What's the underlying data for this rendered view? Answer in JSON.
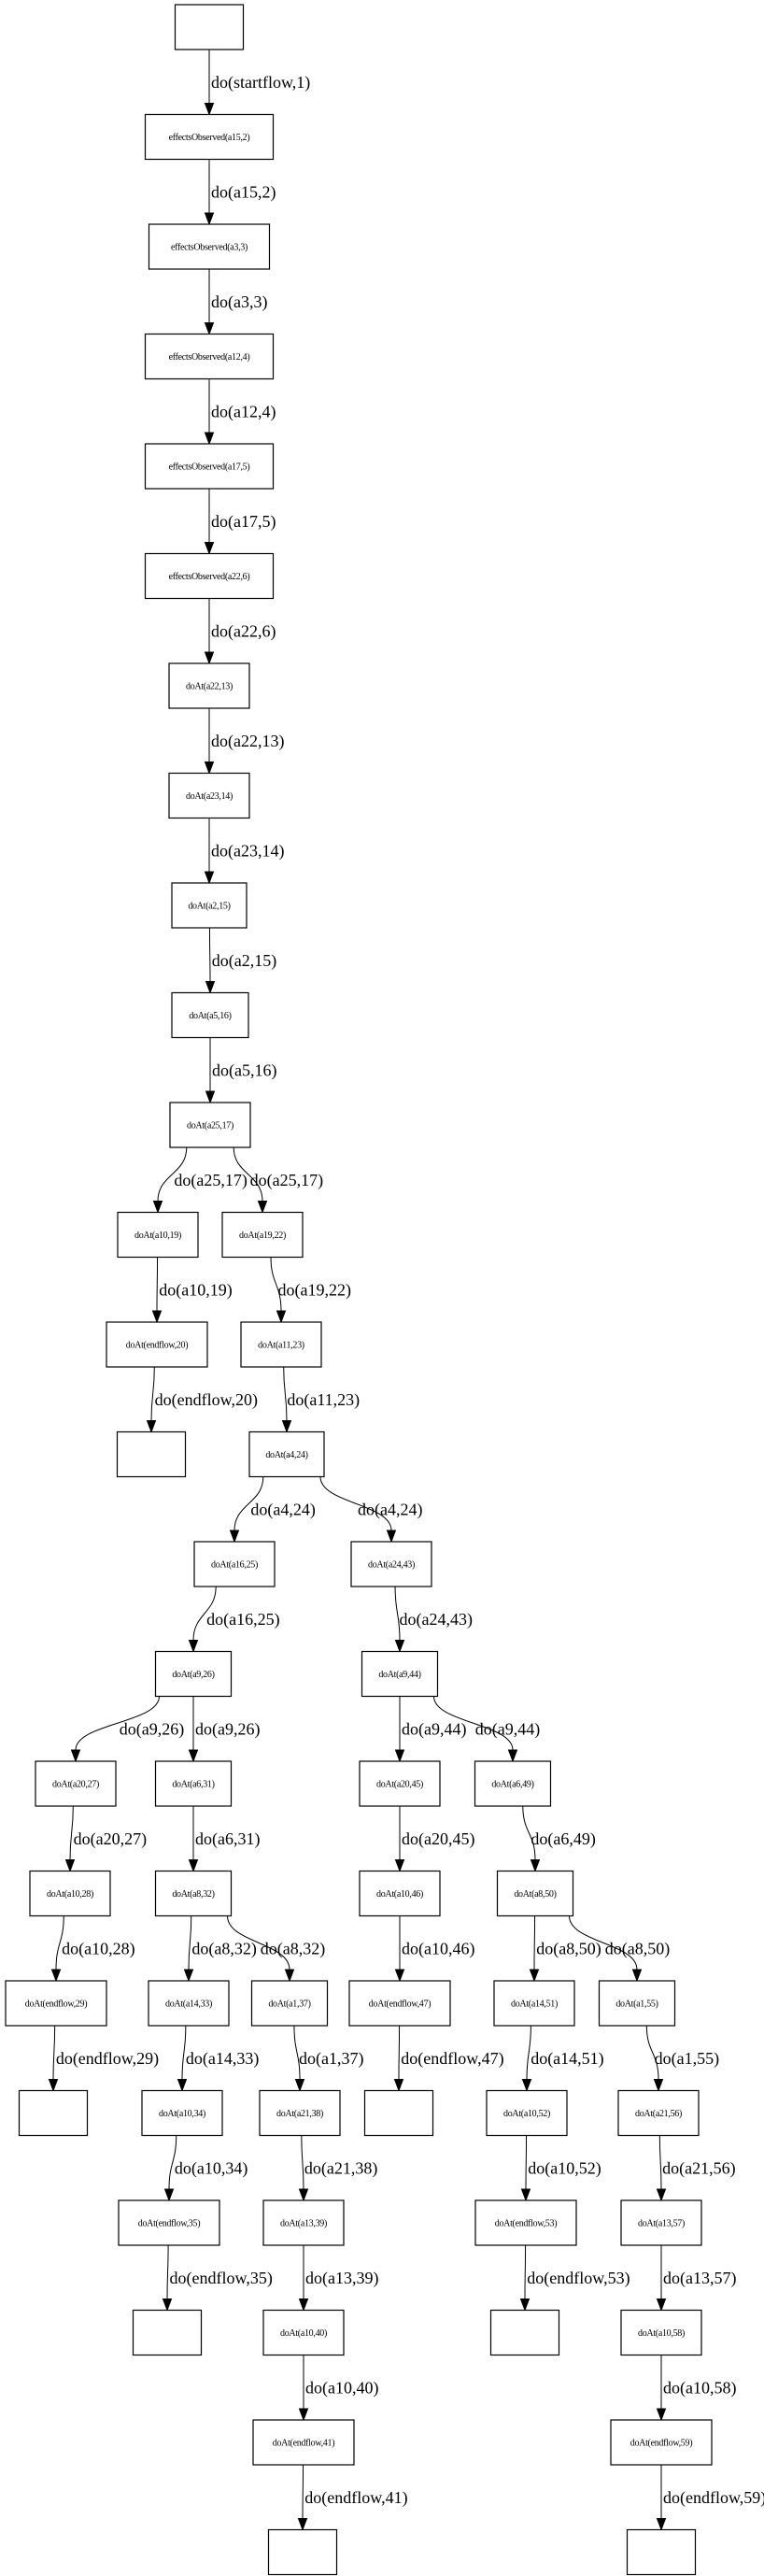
{
  "graph": {
    "colors": {
      "stroke": "#000000",
      "background": "#ffffff"
    },
    "nodes": [
      {
        "id": 0,
        "label": ""
      },
      {
        "id": 1,
        "label": "effectsObserved(a15,2)"
      },
      {
        "id": 2,
        "label": "effectsObserved(a3,3)"
      },
      {
        "id": 3,
        "label": "effectsObserved(a12,4)"
      },
      {
        "id": 4,
        "label": "effectsObserved(a17,5)"
      },
      {
        "id": 5,
        "label": "effectsObserved(a22,6)"
      },
      {
        "id": 6,
        "label": "doAt(a22,13)"
      },
      {
        "id": 7,
        "label": "doAt(a23,14)"
      },
      {
        "id": 8,
        "label": "doAt(a2,15)"
      },
      {
        "id": 9,
        "label": "doAt(a5,16)"
      },
      {
        "id": 10,
        "label": "doAt(a25,17)"
      },
      {
        "id": 11,
        "label": "doAt(a10,19)"
      },
      {
        "id": 12,
        "label": "doAt(a19,22)"
      },
      {
        "id": 13,
        "label": "doAt(endflow,20)"
      },
      {
        "id": 14,
        "label": "doAt(a11,23)"
      },
      {
        "id": 15,
        "label": ""
      },
      {
        "id": 16,
        "label": "doAt(a4,24)"
      },
      {
        "id": 17,
        "label": "doAt(a16,25)"
      },
      {
        "id": 18,
        "label": "doAt(a24,43)"
      },
      {
        "id": 19,
        "label": "doAt(a9,26)"
      },
      {
        "id": 20,
        "label": "doAt(a9,44)"
      },
      {
        "id": 21,
        "label": "doAt(a20,27)"
      },
      {
        "id": 22,
        "label": "doAt(a6,31)"
      },
      {
        "id": 23,
        "label": "doAt(a20,45)"
      },
      {
        "id": 24,
        "label": "doAt(a6,49)"
      },
      {
        "id": 25,
        "label": "doAt(a10,28)"
      },
      {
        "id": 26,
        "label": "doAt(a8,32)"
      },
      {
        "id": 27,
        "label": "doAt(a10,46)"
      },
      {
        "id": 28,
        "label": "doAt(a8,50)"
      },
      {
        "id": 29,
        "label": "doAt(endflow,29)"
      },
      {
        "id": 30,
        "label": "doAt(a14,33)"
      },
      {
        "id": 31,
        "label": "doAt(a1,37)"
      },
      {
        "id": 32,
        "label": "doAt(endflow,47)"
      },
      {
        "id": 33,
        "label": "doAt(a14,51)"
      },
      {
        "id": 34,
        "label": "doAt(a1,55)"
      },
      {
        "id": 35,
        "label": ""
      },
      {
        "id": 36,
        "label": "doAt(a10,34)"
      },
      {
        "id": 37,
        "label": "doAt(a21,38)"
      },
      {
        "id": 38,
        "label": ""
      },
      {
        "id": 39,
        "label": "doAt(a10,52)"
      },
      {
        "id": 40,
        "label": "doAt(a21,56)"
      },
      {
        "id": 41,
        "label": "doAt(endflow,35)"
      },
      {
        "id": 42,
        "label": "doAt(a13,39)"
      },
      {
        "id": 43,
        "label": "doAt(endflow,53)"
      },
      {
        "id": 44,
        "label": "doAt(a13,57)"
      },
      {
        "id": 45,
        "label": ""
      },
      {
        "id": 46,
        "label": "doAt(a10,40)"
      },
      {
        "id": 47,
        "label": ""
      },
      {
        "id": 48,
        "label": "doAt(a10,58)"
      },
      {
        "id": 49,
        "label": "doAt(endflow,41)"
      },
      {
        "id": 50,
        "label": "doAt(endflow,59)"
      },
      {
        "id": 51,
        "label": ""
      },
      {
        "id": 52,
        "label": ""
      }
    ],
    "edges": [
      {
        "from": 0,
        "to": 1,
        "label": "do(startflow,1)"
      },
      {
        "from": 1,
        "to": 2,
        "label": "do(a15,2)"
      },
      {
        "from": 2,
        "to": 3,
        "label": "do(a3,3)"
      },
      {
        "from": 3,
        "to": 4,
        "label": "do(a12,4)"
      },
      {
        "from": 4,
        "to": 5,
        "label": "do(a17,5)"
      },
      {
        "from": 5,
        "to": 6,
        "label": "do(a22,6)"
      },
      {
        "from": 6,
        "to": 7,
        "label": "do(a22,13)"
      },
      {
        "from": 7,
        "to": 8,
        "label": "do(a23,14)"
      },
      {
        "from": 8,
        "to": 9,
        "label": "do(a2,15)"
      },
      {
        "from": 9,
        "to": 10,
        "label": "do(a5,16)"
      },
      {
        "from": 10,
        "to": 11,
        "label": "do(a25,17)"
      },
      {
        "from": 10,
        "to": 12,
        "label": "do(a25,17)"
      },
      {
        "from": 11,
        "to": 13,
        "label": "do(a10,19)"
      },
      {
        "from": 12,
        "to": 14,
        "label": "do(a19,22)"
      },
      {
        "from": 13,
        "to": 15,
        "label": "do(endflow,20)"
      },
      {
        "from": 14,
        "to": 16,
        "label": "do(a11,23)"
      },
      {
        "from": 16,
        "to": 17,
        "label": "do(a4,24)"
      },
      {
        "from": 16,
        "to": 18,
        "label": "do(a4,24)"
      },
      {
        "from": 17,
        "to": 19,
        "label": "do(a16,25)"
      },
      {
        "from": 18,
        "to": 20,
        "label": "do(a24,43)"
      },
      {
        "from": 19,
        "to": 21,
        "label": "do(a9,26)"
      },
      {
        "from": 19,
        "to": 22,
        "label": "do(a9,26)"
      },
      {
        "from": 20,
        "to": 23,
        "label": "do(a9,44)"
      },
      {
        "from": 20,
        "to": 24,
        "label": "do(a9,44)"
      },
      {
        "from": 21,
        "to": 25,
        "label": "do(a20,27)"
      },
      {
        "from": 22,
        "to": 26,
        "label": "do(a6,31)"
      },
      {
        "from": 23,
        "to": 27,
        "label": "do(a20,45)"
      },
      {
        "from": 24,
        "to": 28,
        "label": "do(a6,49)"
      },
      {
        "from": 25,
        "to": 29,
        "label": "do(a10,28)"
      },
      {
        "from": 26,
        "to": 30,
        "label": "do(a8,32)"
      },
      {
        "from": 26,
        "to": 31,
        "label": "do(a8,32)"
      },
      {
        "from": 27,
        "to": 32,
        "label": "do(a10,46)"
      },
      {
        "from": 28,
        "to": 33,
        "label": "do(a8,50)"
      },
      {
        "from": 28,
        "to": 34,
        "label": "do(a8,50)"
      },
      {
        "from": 29,
        "to": 35,
        "label": "do(endflow,29)"
      },
      {
        "from": 30,
        "to": 36,
        "label": "do(a14,33)"
      },
      {
        "from": 31,
        "to": 37,
        "label": "do(a1,37)"
      },
      {
        "from": 32,
        "to": 38,
        "label": "do(endflow,47)"
      },
      {
        "from": 33,
        "to": 39,
        "label": "do(a14,51)"
      },
      {
        "from": 34,
        "to": 40,
        "label": "do(a1,55)"
      },
      {
        "from": 36,
        "to": 41,
        "label": "do(a10,34)"
      },
      {
        "from": 37,
        "to": 42,
        "label": "do(a21,38)"
      },
      {
        "from": 39,
        "to": 43,
        "label": "do(a10,52)"
      },
      {
        "from": 40,
        "to": 44,
        "label": "do(a21,56)"
      },
      {
        "from": 41,
        "to": 45,
        "label": "do(endflow,35)"
      },
      {
        "from": 42,
        "to": 46,
        "label": "do(a13,39)"
      },
      {
        "from": 43,
        "to": 47,
        "label": "do(endflow,53)"
      },
      {
        "from": 44,
        "to": 48,
        "label": "do(a13,57)"
      },
      {
        "from": 46,
        "to": 49,
        "label": "do(a10,40)"
      },
      {
        "from": 48,
        "to": 50,
        "label": "do(a10,58)"
      },
      {
        "from": 49,
        "to": 51,
        "label": "do(endflow,41)"
      },
      {
        "from": 50,
        "to": 52,
        "label": "do(endflow,59)"
      }
    ]
  }
}
